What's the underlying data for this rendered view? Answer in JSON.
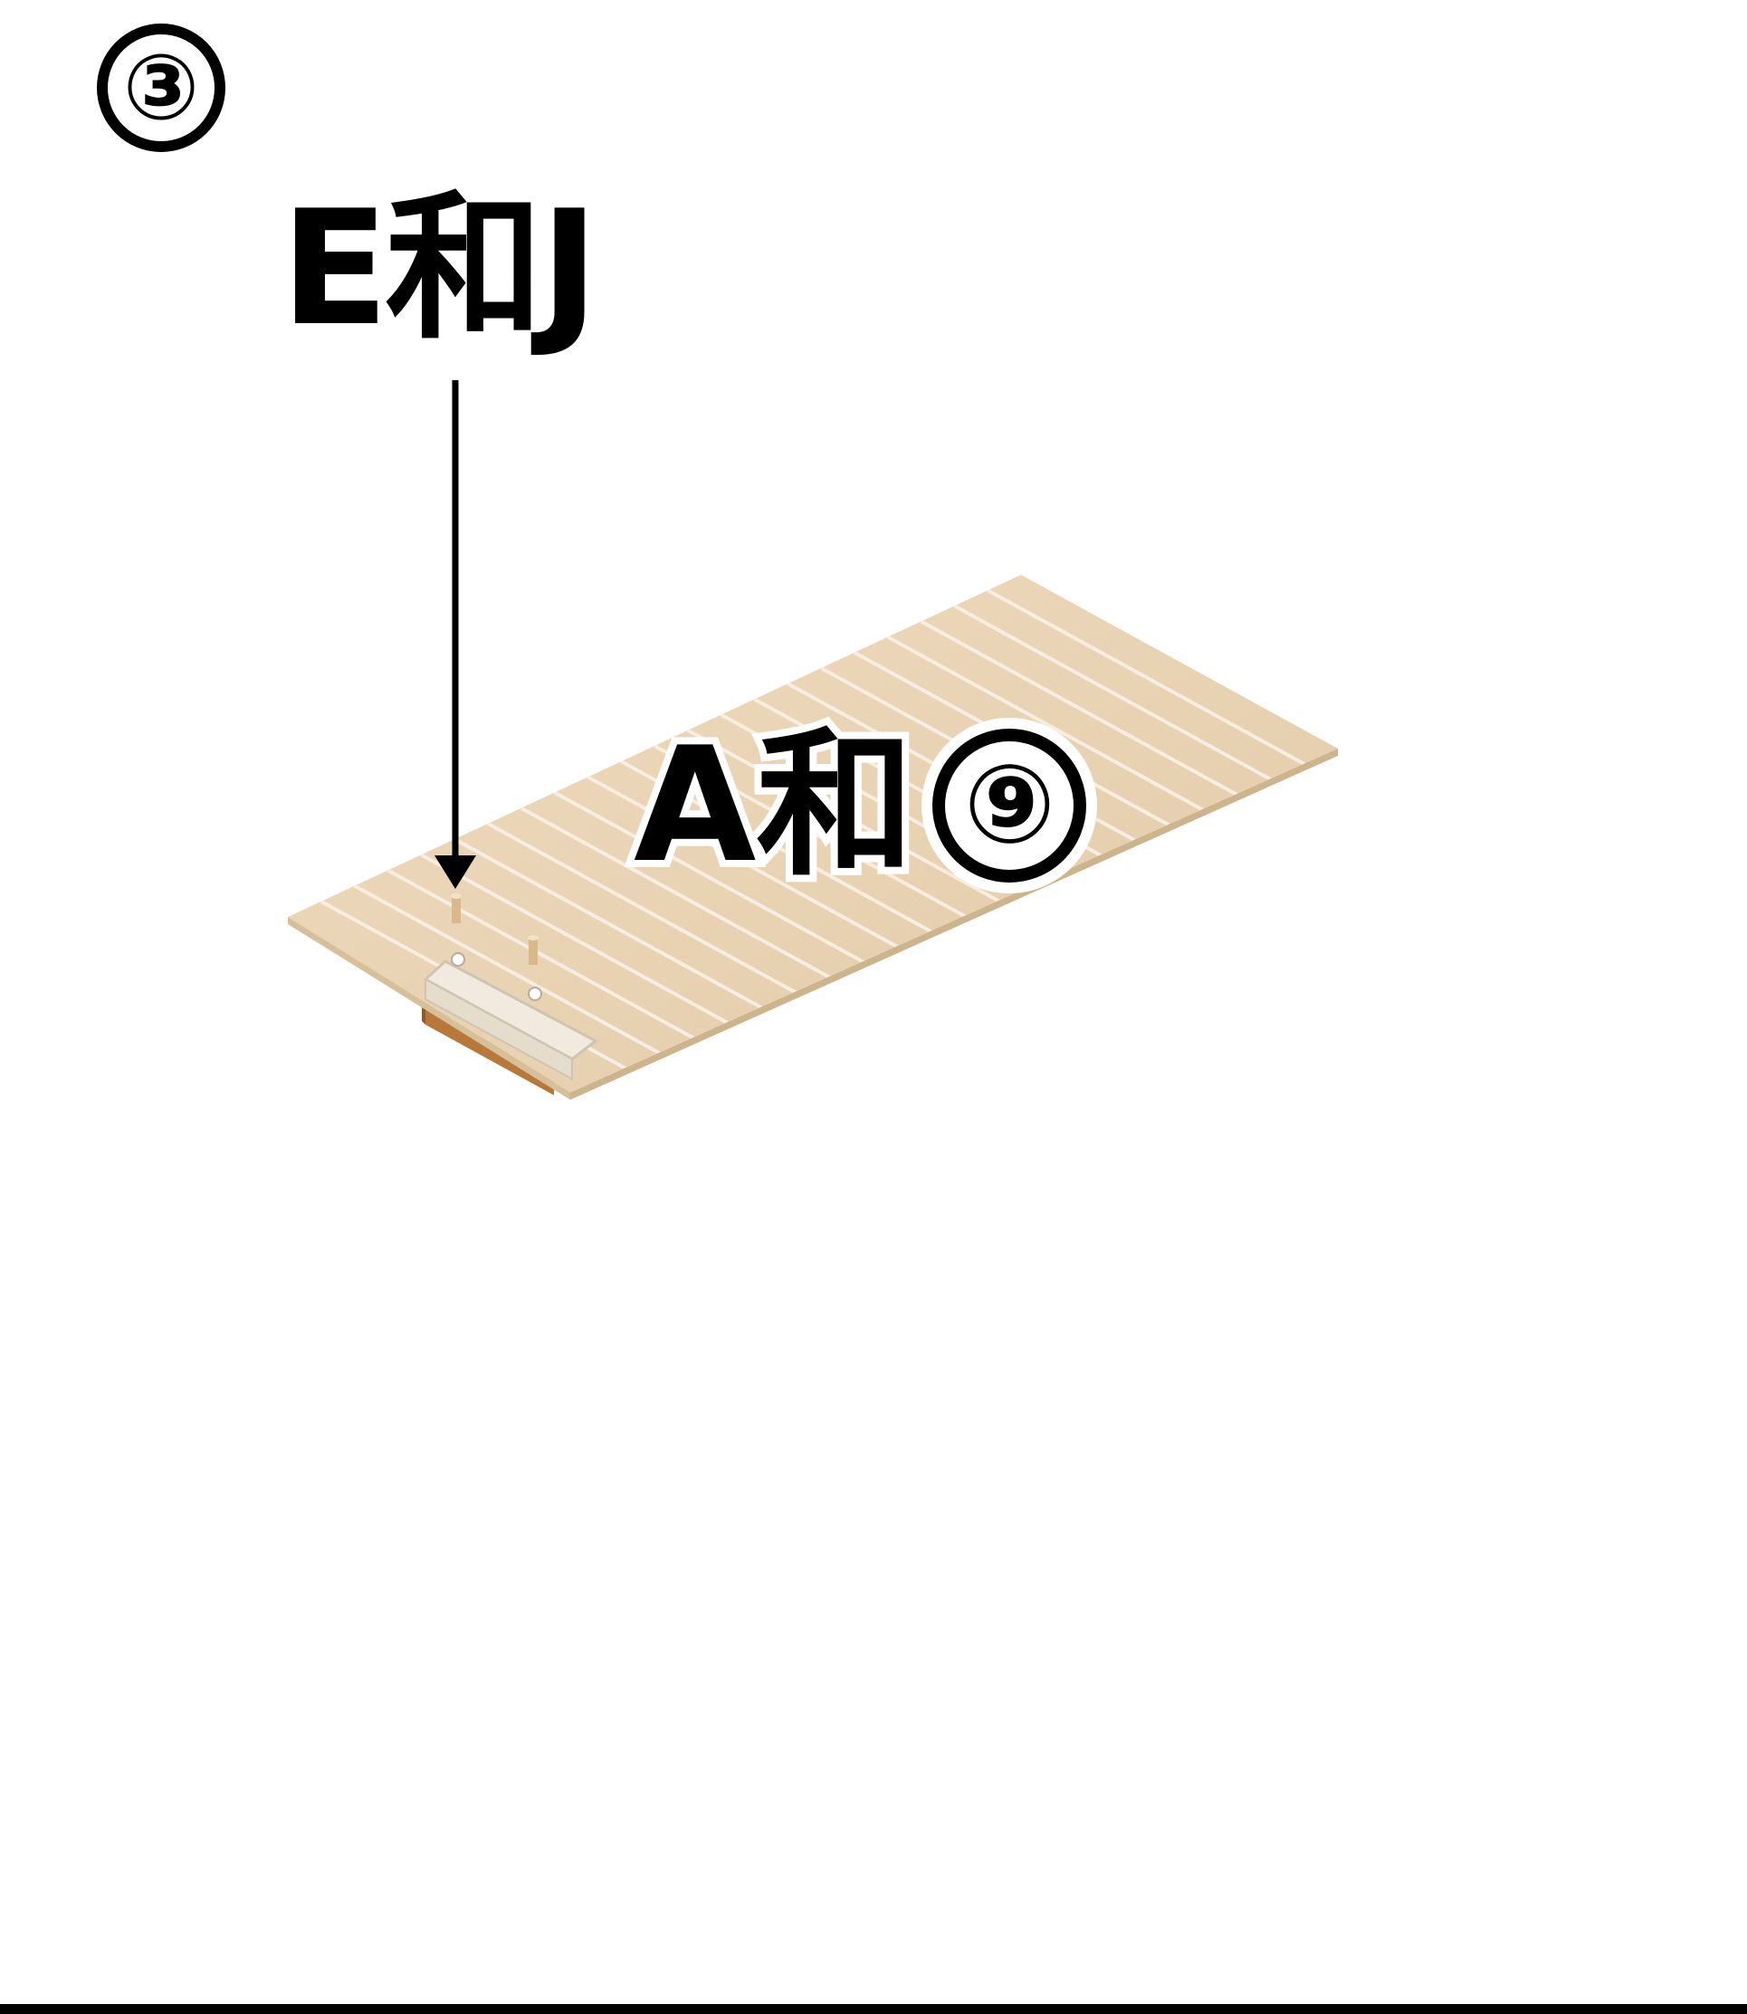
{
  "step": {
    "number": "③"
  },
  "callouts": {
    "parts_label": "E和J",
    "board_label_prefix": "A和",
    "board_label_circled": "⑨"
  },
  "colors": {
    "board": "#e8d3b4",
    "board_slat_line": "#f7ede0",
    "support_block": "#b8783a",
    "bracket": "#efe6da",
    "ink": "#000000"
  }
}
